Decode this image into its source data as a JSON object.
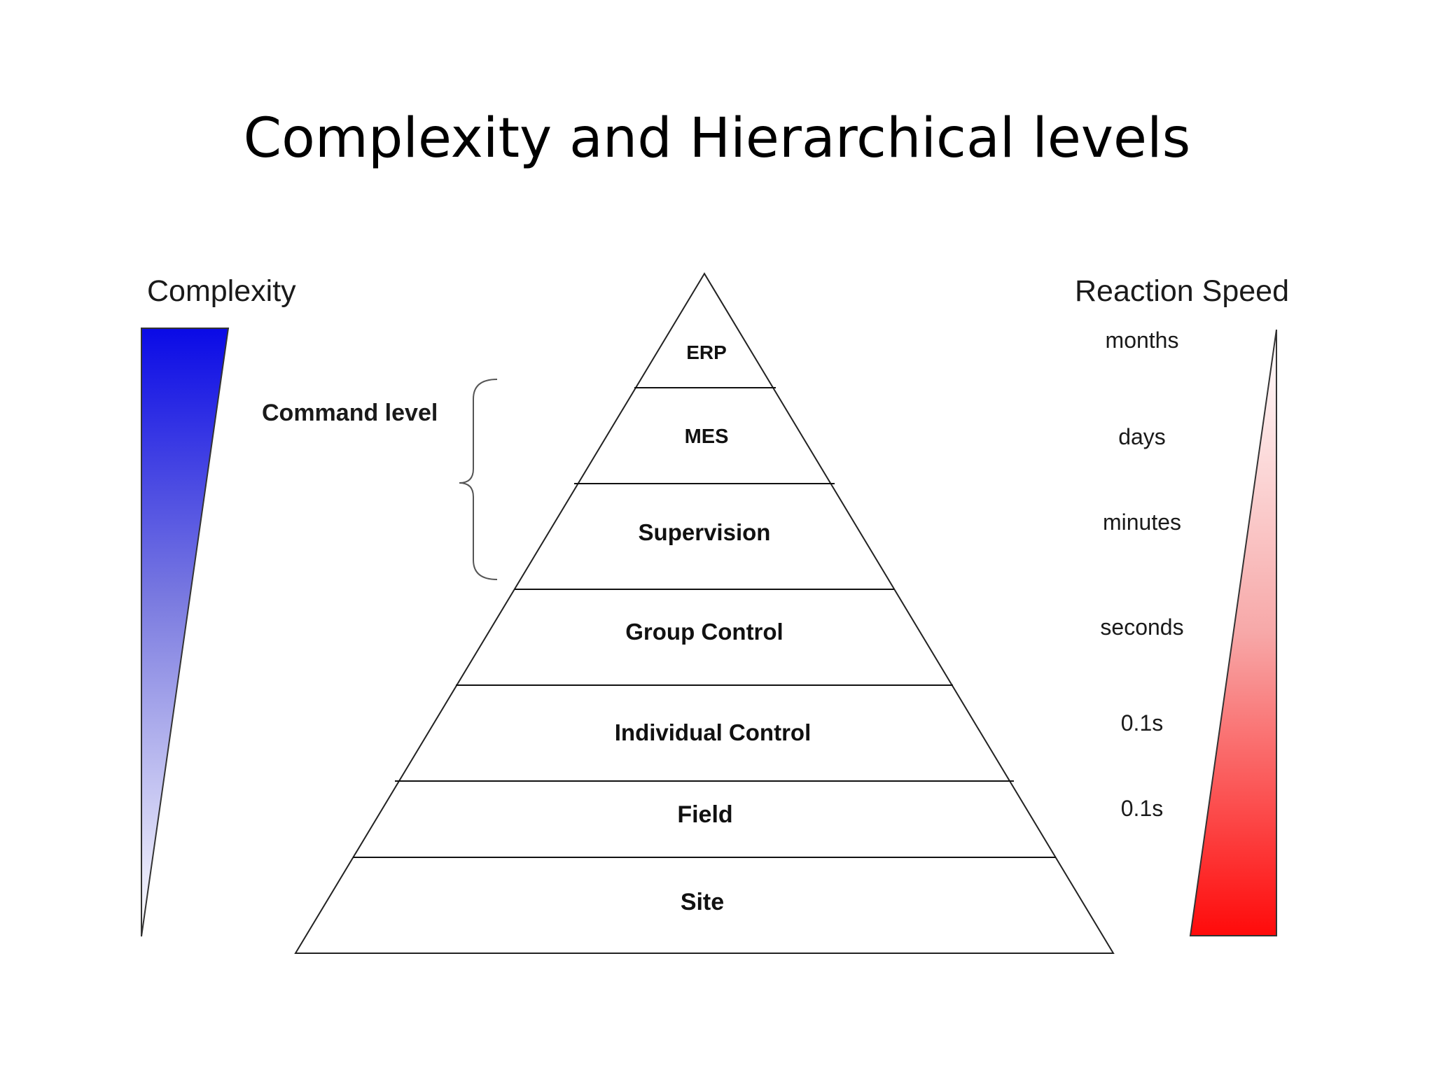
{
  "title": "Complexity and Hierarchical levels",
  "complexity": {
    "label": "Complexity",
    "color_top": "#0a0ae6",
    "color_bottom": "#ffffff"
  },
  "reaction_speed": {
    "label": "Reaction Speed",
    "color_top": "#ffffff",
    "color_bottom": "#ff0a0a",
    "values": [
      "months",
      "days",
      "minutes",
      "seconds",
      "0.1s",
      "0.1s"
    ]
  },
  "command_level": {
    "label": "Command level"
  },
  "pyramid": {
    "layers": [
      "ERP",
      "MES",
      "Supervision",
      "Group Control",
      "Individual Control",
      "Field",
      "Site"
    ]
  }
}
